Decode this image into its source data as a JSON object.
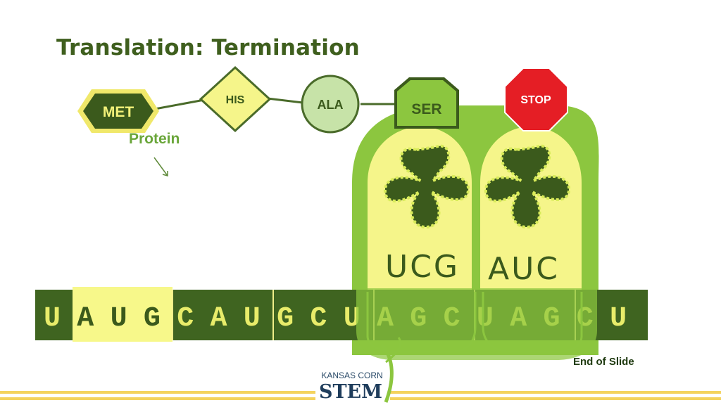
{
  "slide": {
    "title": "Translation: Termination",
    "end_label": "End of Slide"
  },
  "protein": {
    "label": "Protein",
    "amino_acids": [
      "MET",
      "HIS",
      "ALA",
      "SER"
    ],
    "stop_label": "STOP"
  },
  "ribosome": {
    "codons": [
      "UCG",
      "AUC"
    ]
  },
  "mrna": {
    "bases": [
      "U",
      "A",
      "U",
      "G",
      "C",
      "A",
      "U",
      "G",
      "C",
      "U",
      "A",
      "G",
      "C",
      "U",
      "A",
      "G",
      "C",
      "U"
    ]
  },
  "logo": {
    "line1": "KANSAS CORN",
    "line2": "STEM"
  },
  "colors": {
    "dark_green": "#3b5a1c",
    "mid_green": "#8cc63f",
    "light_yellow": "#f7f88a",
    "stop_red": "#e51e25",
    "base_text": "#e8ec6a"
  }
}
